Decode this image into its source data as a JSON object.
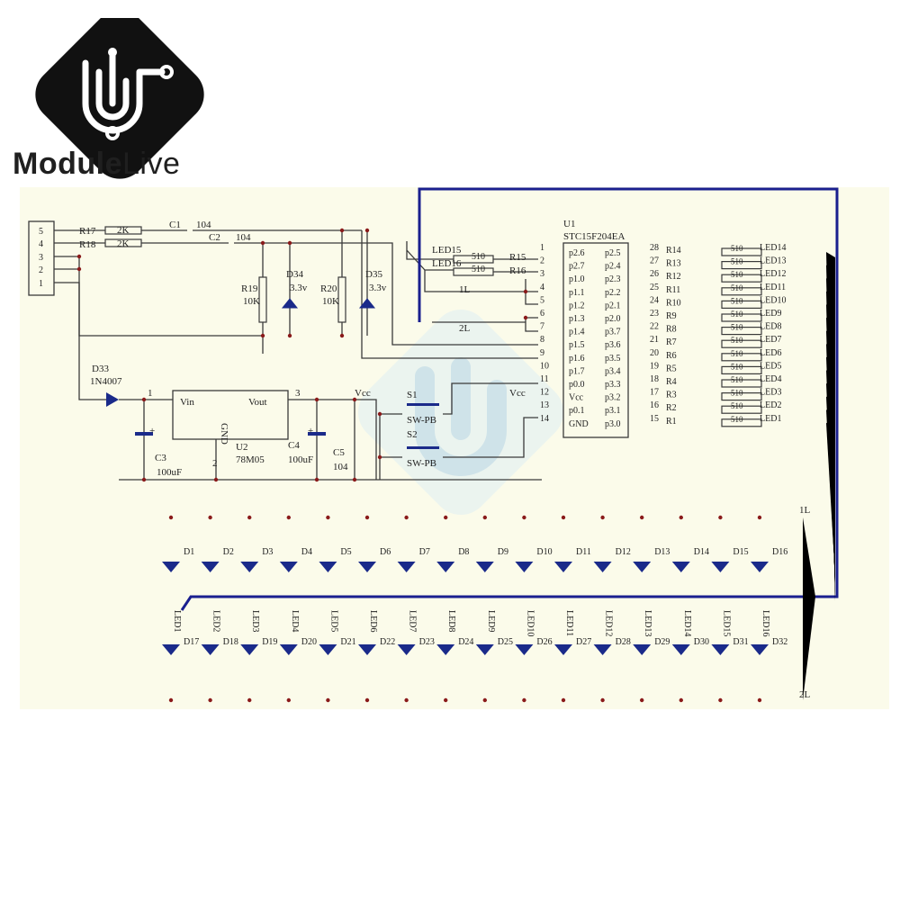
{
  "brand": {
    "name_bold": "Module",
    "name_light": "Live",
    "logo_icon": "circuit-u-logo"
  },
  "colors": {
    "background": "#fbfbea",
    "wire": "#3a3a3a",
    "bus": "#1a1f8f",
    "ink": "#222222",
    "watermark": "#9cc8e8"
  },
  "connector": {
    "pins": [
      "5",
      "4",
      "3",
      "2",
      "1"
    ]
  },
  "resistors": {
    "r17": "R17",
    "r18": "R18",
    "r17_val": "2K",
    "r18_val": "2K",
    "r19": "R19",
    "r19_val": "10K",
    "r20": "R20",
    "r20_val": "10K"
  },
  "caps": {
    "c1": "C1",
    "c1_val": "104",
    "c2": "C2",
    "c2_val": "104",
    "c3": "C3",
    "c3_val": "100uF",
    "c4": "C4",
    "c4_val": "100uF",
    "c5": "C5",
    "c5_val": "104"
  },
  "zeners": {
    "d34": "D34",
    "d34_val": "3.3v",
    "d35": "D35",
    "d35_val": "3.3v"
  },
  "diode": {
    "name": "D33",
    "part": "1N4007"
  },
  "regulator": {
    "vin": "Vin",
    "vout": "Vout",
    "gnd": "GND",
    "name": "U2",
    "part": "78M05",
    "pin1": "1",
    "pin2": "2",
    "pin3": "3"
  },
  "vcc_label": "Vcc",
  "plus": "+",
  "switches": {
    "s1": "S1",
    "s2": "S2",
    "type": "SW-PB"
  },
  "mcu": {
    "ref": "U1",
    "part": "STC15F204EA",
    "left_nums": [
      "1",
      "2",
      "3",
      "4",
      "5",
      "6",
      "7",
      "8",
      "9",
      "10",
      "11",
      "12",
      "13",
      "14"
    ],
    "left_ports": [
      "p2.6",
      "p2.7",
      "p1.0",
      "p1.1",
      "p1.2",
      "p1.3",
      "p1.4",
      "p1.5",
      "p1.6",
      "p1.7",
      "p0.0",
      "Vcc",
      "p0.1",
      "GND"
    ],
    "right_nums": [
      "28",
      "27",
      "26",
      "25",
      "24",
      "23",
      "22",
      "21",
      "20",
      "19",
      "18",
      "17",
      "16",
      "15"
    ],
    "right_ports": [
      "p2.5",
      "p2.4",
      "p2.3",
      "p2.2",
      "p2.1",
      "p2.0",
      "p3.7",
      "p3.6",
      "p3.5",
      "p3.4",
      "p3.3",
      "p3.2",
      "p3.1",
      "p3.0"
    ]
  },
  "left_nets": {
    "led15": "LED15",
    "led16": "LED16",
    "r15": "R15",
    "r16": "R16",
    "val": "510",
    "l1": "1L",
    "l2": "2L"
  },
  "right_resistors": [
    "R14",
    "R13",
    "R12",
    "R11",
    "R10",
    "R9",
    "R8",
    "R7",
    "R6",
    "R5",
    "R4",
    "R3",
    "R2",
    "R1"
  ],
  "right_res_val": "510",
  "right_nets": [
    "LED14",
    "LED13",
    "LED12",
    "LED11",
    "LED10",
    "LED9",
    "LED8",
    "LED7",
    "LED6",
    "LED5",
    "LED4",
    "LED3",
    "LED2",
    "LED1"
  ],
  "led_top": [
    "D1",
    "D2",
    "D3",
    "D4",
    "D5",
    "D6",
    "D7",
    "D8",
    "D9",
    "D10",
    "D11",
    "D12",
    "D13",
    "D14",
    "D15",
    "D16"
  ],
  "led_bottom": [
    "D17",
    "D18",
    "D19",
    "D20",
    "D21",
    "D22",
    "D23",
    "D24",
    "D25",
    "D26",
    "D27",
    "D28",
    "D29",
    "D30",
    "D31",
    "D32"
  ],
  "led_nets": [
    "LED1",
    "LED2",
    "LED3",
    "LED4",
    "LED5",
    "LED6",
    "LED7",
    "LED8",
    "LED9",
    "LED10",
    "LED11",
    "LED12",
    "LED13",
    "LED14",
    "LED15",
    "LED16"
  ],
  "rail_top": "1L",
  "rail_bottom": "2L"
}
